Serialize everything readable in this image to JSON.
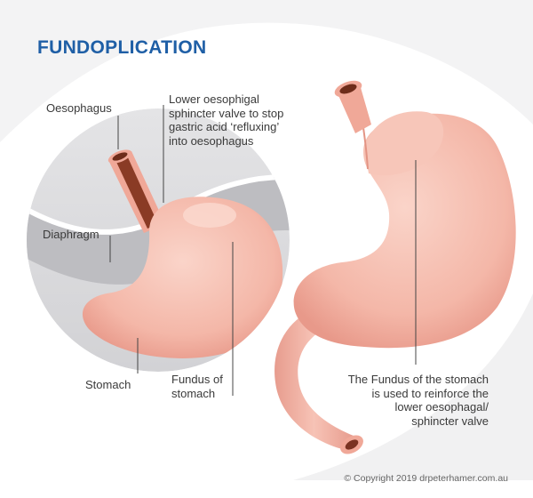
{
  "title": "FUNDOPLICATION",
  "labels": {
    "oesophagus": "Oesophagus",
    "valve": "Lower oesophigal\nsphincter valve to stop\ngastric acid ‘refluxing’\ninto oesophagus",
    "diaphragm": "Diaphragm",
    "stomach": "Stomach",
    "fundus": "Fundus of\nstomach",
    "fundus_note": "The Fundus of the stomach\nis used to reinforce the\nlower oesophagal/\nsphincter valve"
  },
  "copyright": "© Copyright 2019 drpeterhamer.com.au",
  "colors": {
    "title": "#1f5fa6",
    "stomach": "#f4b7a8",
    "oesophagus_lumen": "#8a3b25",
    "background_swoosh": "#e9e9ea"
  }
}
